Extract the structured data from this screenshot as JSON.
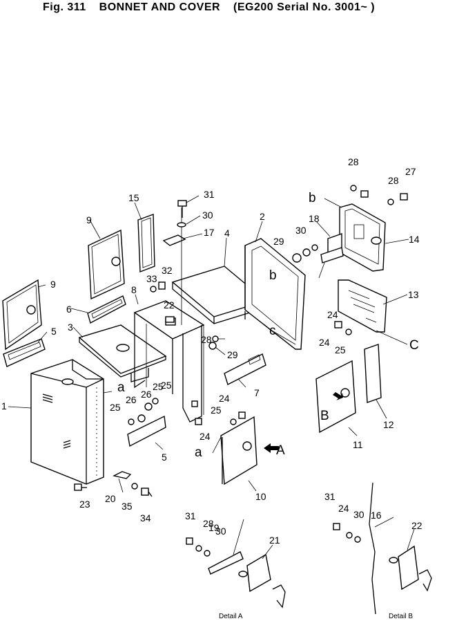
{
  "header": {
    "fig": "Fig. 311",
    "title": "BONNET AND COVER",
    "serial": "(EG200 Serial No. 3001~ )"
  },
  "details": {
    "a": "Detail A",
    "b": "Detail B"
  },
  "callouts": [
    "1",
    "2",
    "3",
    "4",
    "5",
    "5",
    "6",
    "7",
    "8",
    "9",
    "9",
    "10",
    "11",
    "12",
    "13",
    "14",
    "15",
    "16",
    "17",
    "18",
    "19",
    "20",
    "21",
    "22",
    "22",
    "23",
    "24",
    "24",
    "24",
    "24",
    "24",
    "25",
    "25",
    "25",
    "25",
    "25",
    "26",
    "26",
    "27",
    "28",
    "28",
    "28",
    "28",
    "29",
    "29",
    "30",
    "30",
    "30",
    "30",
    "31",
    "31",
    "31",
    "32",
    "33",
    "34",
    "35"
  ],
  "letters": [
    "a",
    "a",
    "b",
    "b",
    "c",
    "C",
    "A",
    "B"
  ],
  "icons": {
    "arrow_a": "arrow-left-icon",
    "arrow_b": "arrow-right-icon"
  }
}
